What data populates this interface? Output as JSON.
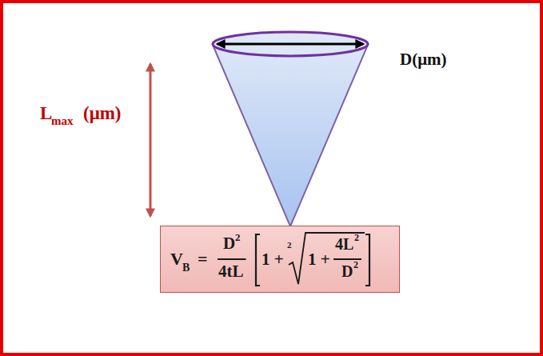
{
  "diagram": {
    "nodes": [
      {
        "text": [
          "V",
          "B",
          "=",
          "D",
          "2",
          "4tL",
          "1 +",
          "2",
          "1 +",
          "4L",
          "2",
          "D",
          "2"
        ]
      }
    ],
    "labels": [
      "D(μm)",
      "L",
      "max",
      "(μm)"
    ]
  }
}
